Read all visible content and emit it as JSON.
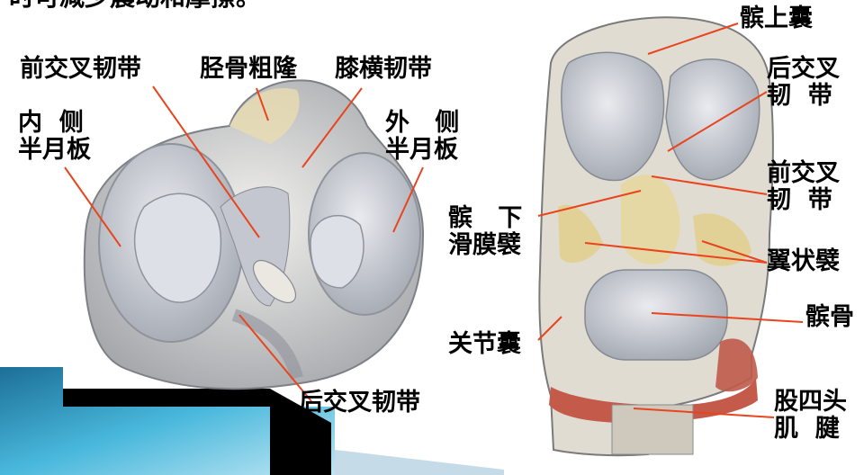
{
  "slide": {
    "top_text": "时可减少震动和摩擦。",
    "left_figure": {
      "labels": {
        "acl": "前交叉韧带",
        "tibial_tuberosity": "胫骨粗隆",
        "transverse_ligament": "膝横韧带",
        "medial_meniscus": "内  侧\n半月板",
        "lateral_meniscus": "外   侧\n半月板",
        "pcl": "后交叉韧带"
      }
    },
    "right_figure": {
      "labels": {
        "suprapatellar_bursa": "髌上囊",
        "pcl": "后交叉\n韧  带",
        "acl": "前交叉\n韧  带",
        "infrapatellar_synovial_fold": "髌   下\n滑膜襞",
        "alar_folds": "翼状襞",
        "joint_capsule": "关节囊",
        "patella": "髌骨",
        "quadriceps_tendon": "股四头\n肌  腱"
      }
    }
  },
  "colors": {
    "label_line": "#e8451e",
    "meniscus": "#cdd3df",
    "articular": "#c7cbd4",
    "fat": "#e3d49a",
    "tendon": "#c85a4a",
    "accent_banner": "#2fa3c8"
  }
}
